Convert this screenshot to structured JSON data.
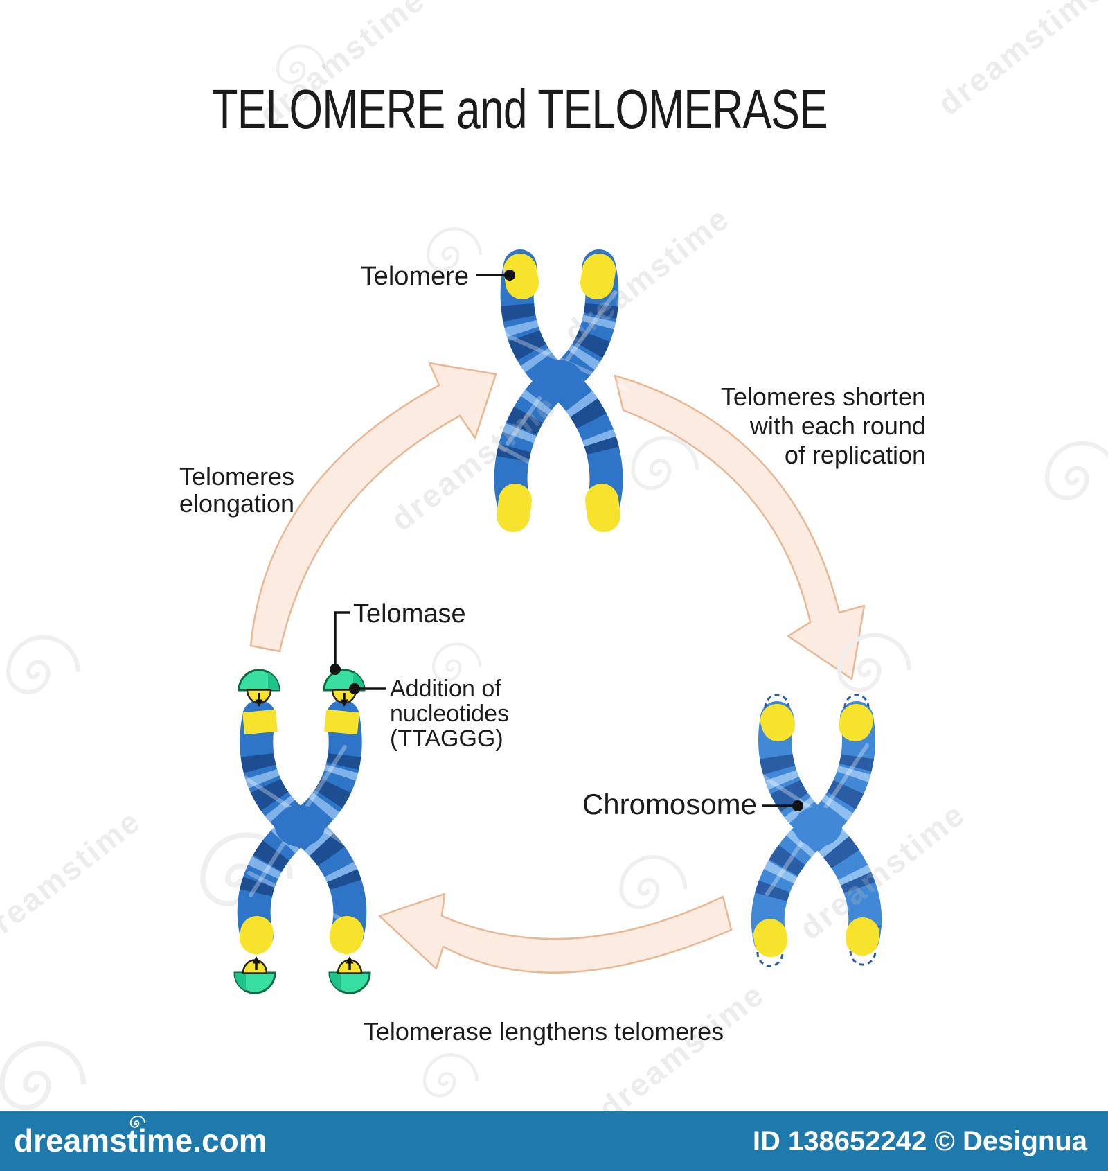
{
  "title": "TELOMERE and TELOMERASE",
  "labels": {
    "telomere": "Telomere",
    "telomerase_enzyme": "Telomase",
    "addition": [
      "Addition of",
      "nucleotides",
      "(TTAGGG)"
    ],
    "chromosome": "Chromosome",
    "cycle": {
      "shorten": [
        "Telomeres shorten",
        "with each round",
        "of replication"
      ],
      "elongation": [
        "Telomeres",
        "elongation"
      ],
      "lengthen": "Telomerase lengthens telomeres"
    }
  },
  "watermark": {
    "brand": "dreamstime.com",
    "credit": "ID 138652242 © Designua",
    "tile_text": "dreamstime"
  },
  "colors": {
    "chromosome_body": "#2f75c7",
    "chromosome_body_right": "#4189d6",
    "band_dark": "#1d4e92",
    "band_dark_right": "#2a5da4",
    "band_light": "#7fb2e8",
    "band_light_right": "#8ebfef",
    "telomere_yellow": "#f7e32b",
    "telomerase_green": "#38dfa0",
    "arrow_fill": "#fcebe1",
    "arrow_stroke": "#e8b793",
    "footer_bar": "#1e79ad",
    "label_color": "#1b1b1b"
  }
}
